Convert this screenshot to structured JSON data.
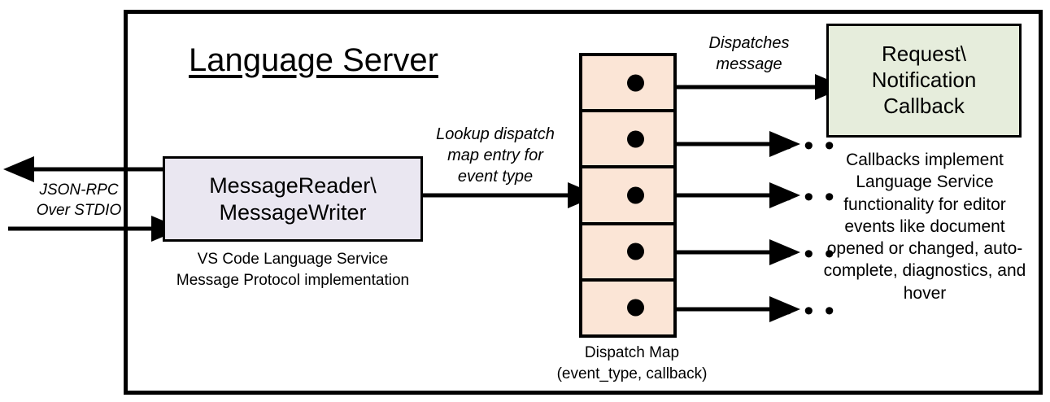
{
  "diagram": {
    "title": "Language Server",
    "boxes": {
      "message_reader": {
        "label": "MessageReader\\\nMessageWriter",
        "caption": "VS Code Language Service\nMessage Protocol implementation",
        "fill": "#EAE7F1"
      },
      "callback": {
        "label": "Request\\\nNotification\nCallback",
        "caption": "Callbacks implement Language Service functionality for editor events like document opened or changed, auto-complete, diagnostics, and hover",
        "fill": "#E6EDDC"
      },
      "dispatch_map": {
        "caption": "Dispatch Map\n(event_type, callback)",
        "fill": "#FBE5D6",
        "row_count": 5,
        "rows": [
          {
            "index": 1,
            "target": "Request\\Notification Callback"
          },
          {
            "index": 2,
            "target": "..."
          },
          {
            "index": 3,
            "target": "..."
          },
          {
            "index": 4,
            "target": "..."
          },
          {
            "index": 5,
            "target": "..."
          }
        ]
      }
    },
    "edge_labels": {
      "jsonrpc": "JSON-RPC\nOver STDIO",
      "lookup": "Lookup dispatch\nmap entry for\nevent type",
      "dispatches": "Dispatches\nmessage"
    },
    "ellipsis": "• • •",
    "colors": {
      "stroke": "#000000",
      "background": "#FFFFFF",
      "reader_fill": "#EAE7F1",
      "map_fill": "#FBE5D6",
      "callback_fill": "#E6EDDC"
    }
  }
}
